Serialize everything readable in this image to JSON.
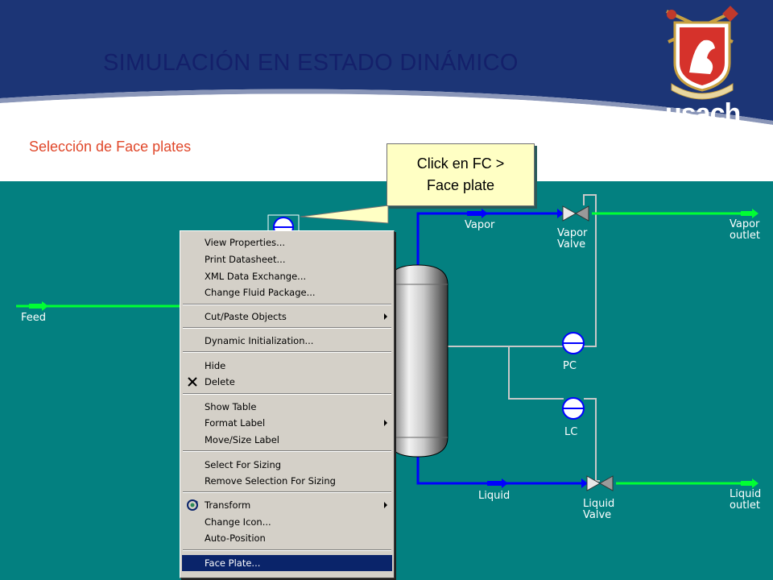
{
  "slide": {
    "title": "SIMULACIÓN EN ESTADO DINÁMICO",
    "subtitle": "Selección de Face plates",
    "logo_text": "usach"
  },
  "callout": {
    "line1": "Click en FC >",
    "line2": "Face plate"
  },
  "flowsheet": {
    "labels": {
      "feed": "Feed",
      "vapor": "Vapor",
      "vapor_valve_1": "Vapor",
      "vapor_valve_2": "Valve",
      "vapor_outlet_1": "Vapor",
      "vapor_outlet_2": "outlet",
      "pc": "PC",
      "lc": "LC",
      "liquid": "Liquid",
      "liquid_valve_1": "Liquid",
      "liquid_valve_2": "Valve",
      "liquid_outlet_1": "Liquid",
      "liquid_outlet_2": "outlet"
    },
    "colors": {
      "background": "#038080",
      "material_stream": "#00ff33",
      "energy_stream": "#0000ff",
      "signal_line": "#c8c8c8"
    }
  },
  "context_menu": {
    "items": [
      {
        "label": "View Properties...",
        "submenu": false
      },
      {
        "label": "Print Datasheet...",
        "submenu": false
      },
      {
        "label": "XML Data Exchange...",
        "submenu": false
      },
      {
        "label": "Change Fluid Package...",
        "submenu": false
      },
      {
        "label": "Cut/Paste Objects",
        "submenu": true
      },
      {
        "label": "Dynamic Initialization...",
        "submenu": false
      },
      {
        "label": "Hide",
        "submenu": false
      },
      {
        "label": "Delete",
        "submenu": false,
        "icon": "x-icon"
      },
      {
        "label": "Show Table",
        "submenu": false
      },
      {
        "label": "Format Label",
        "submenu": true
      },
      {
        "label": "Move/Size Label",
        "submenu": false
      },
      {
        "label": "Select For Sizing",
        "submenu": false
      },
      {
        "label": "Remove Selection For Sizing",
        "submenu": false
      },
      {
        "label": "Transform",
        "submenu": true,
        "icon": "transform-icon"
      },
      {
        "label": "Change Icon...",
        "submenu": false
      },
      {
        "label": "Auto-Position",
        "submenu": false
      },
      {
        "label": "Face Plate...",
        "submenu": false,
        "highlighted": true
      }
    ]
  }
}
